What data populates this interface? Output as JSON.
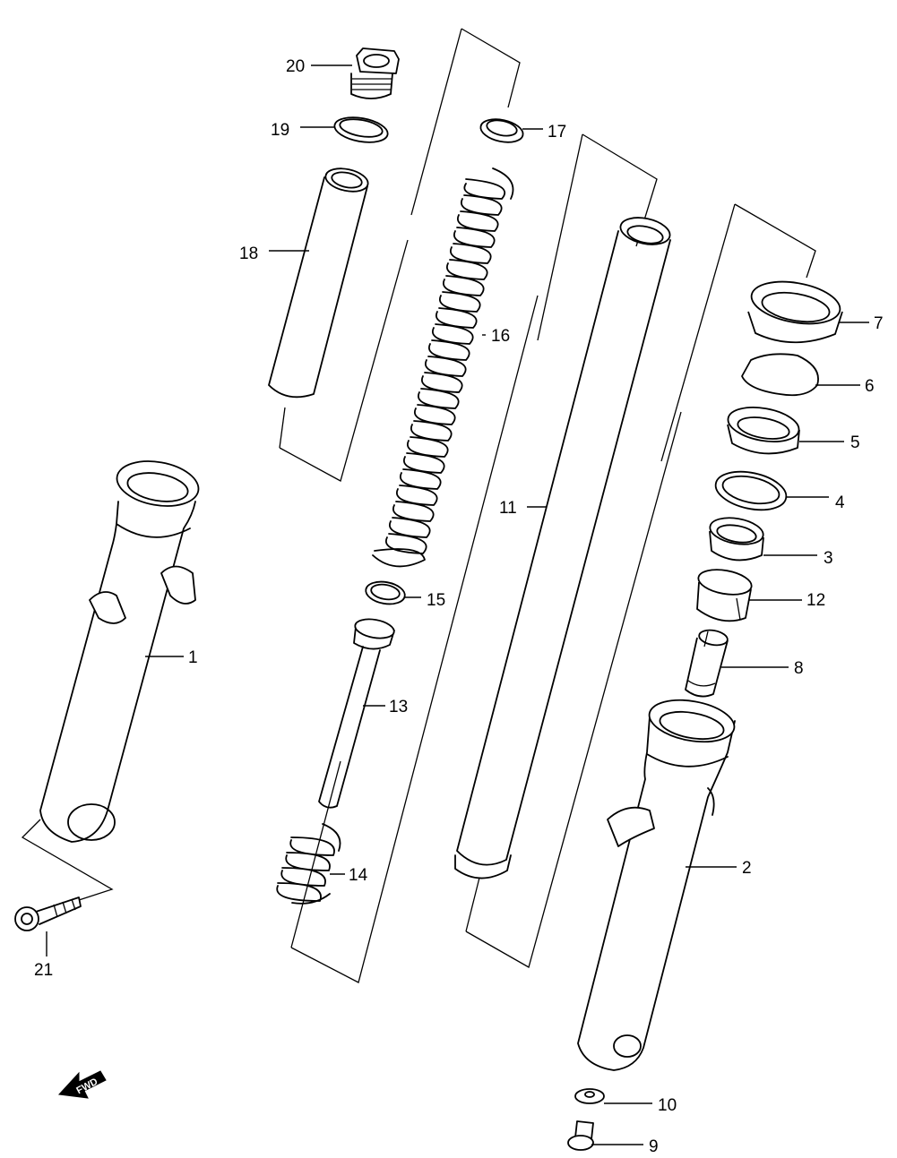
{
  "callouts": {
    "p1": "1",
    "p2": "2",
    "p3": "3",
    "p4": "4",
    "p5": "5",
    "p6": "6",
    "p7": "7",
    "p8": "8",
    "p9": "9",
    "p10": "10",
    "p11": "11",
    "p12": "12",
    "p13": "13",
    "p14": "14",
    "p15": "15",
    "p16": "16",
    "p17": "17",
    "p18": "18",
    "p19": "19",
    "p20": "20",
    "p21": "21"
  },
  "fwd_label": "FWD",
  "icons": {
    "fwd": "arrow-left-icon"
  }
}
